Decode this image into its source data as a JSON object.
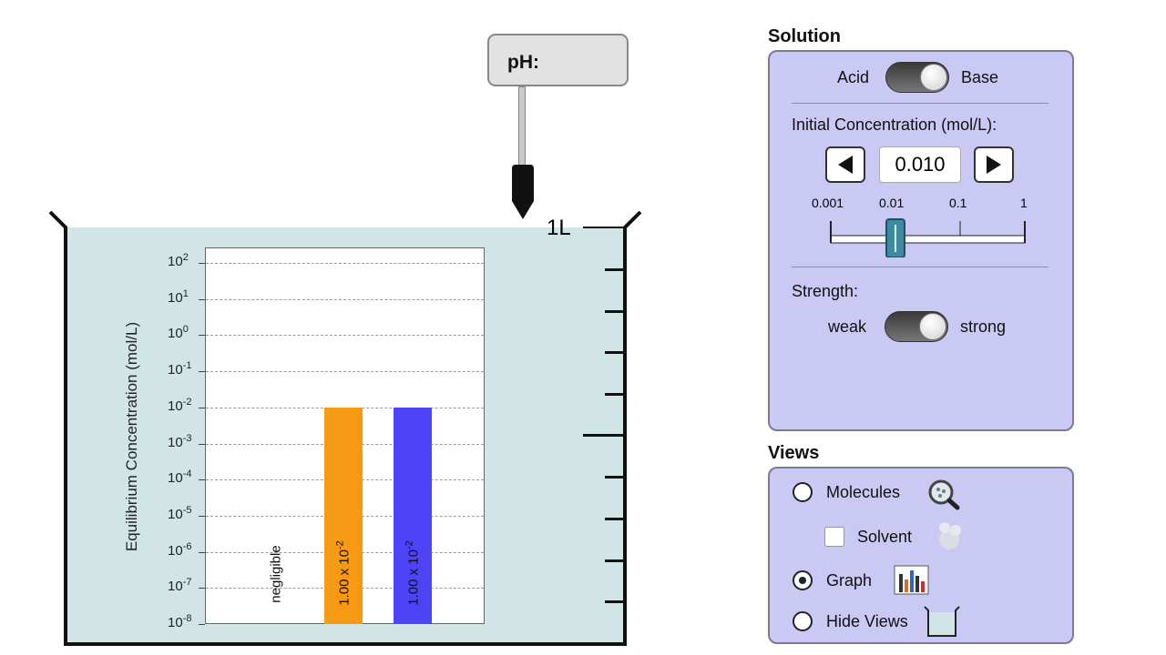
{
  "ph_meter": {
    "label": "pH:"
  },
  "beaker": {
    "volume_label": "1L"
  },
  "chart_data": {
    "type": "bar",
    "y_scale": "log",
    "ylabel": "Equilibrium Concentration (mol/L)",
    "ylim_exponents": [
      -8,
      2
    ],
    "y_ticks": [
      {
        "base": "10",
        "exp": "2"
      },
      {
        "base": "10",
        "exp": "1"
      },
      {
        "base": "10",
        "exp": "0"
      },
      {
        "base": "10",
        "exp": "-1"
      },
      {
        "base": "10",
        "exp": "-2"
      },
      {
        "base": "10",
        "exp": "-3"
      },
      {
        "base": "10",
        "exp": "-4"
      },
      {
        "base": "10",
        "exp": "-5"
      },
      {
        "base": "10",
        "exp": "-6"
      },
      {
        "base": "10",
        "exp": "-7"
      },
      {
        "base": "10",
        "exp": "-8"
      }
    ],
    "bars": [
      {
        "value": null,
        "label": "negligible",
        "color": "#ffffff"
      },
      {
        "value": 0.01,
        "label_main": "1.00 x 10",
        "label_exp": "-2",
        "color": "#f59a12"
      },
      {
        "value": 0.01,
        "label_main": "1.00 x 10",
        "label_exp": "-2",
        "color": "#4c44f6"
      }
    ]
  },
  "solution": {
    "title": "Solution",
    "toggle_left": "Acid",
    "toggle_right": "Base",
    "initial_conc_label": "Initial Concentration (mol/L):",
    "conc_value": "0.010",
    "slider_ticks": [
      "0.001",
      "0.01",
      "0.1",
      "1"
    ],
    "slider_value": 0.01,
    "strength_label": "Strength:",
    "strength_left": "weak",
    "strength_right": "strong",
    "accent_color": "#c9c9f4"
  },
  "views": {
    "title": "Views",
    "molecules": "Molecules",
    "solvent": "Solvent",
    "graph": "Graph",
    "hide_views": "Hide Views",
    "selected": "Graph"
  }
}
